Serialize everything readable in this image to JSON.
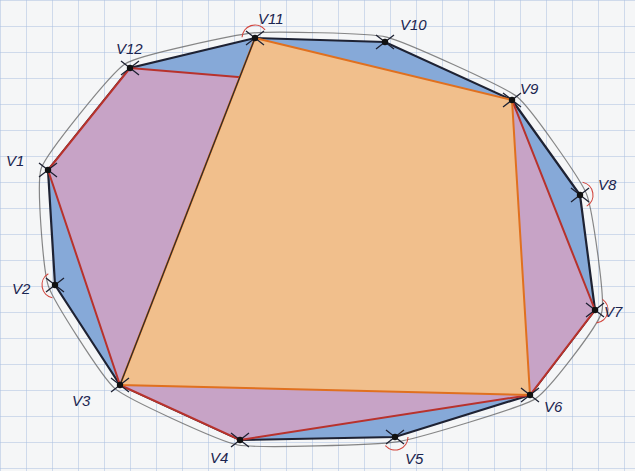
{
  "diagram": {
    "labels": [
      "V1",
      "V2",
      "V3",
      "V4",
      "V5",
      "V6",
      "V7",
      "V8",
      "V9",
      "V10",
      "V11",
      "V12"
    ]
  }
}
